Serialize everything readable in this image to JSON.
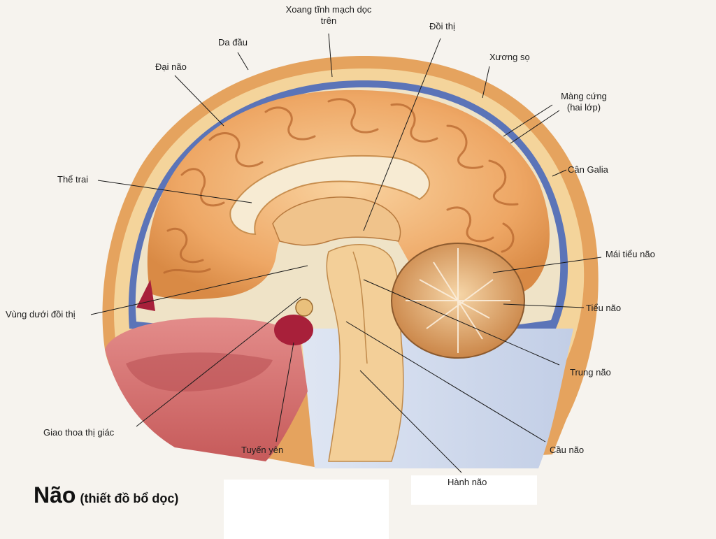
{
  "labels": {
    "sinus": "Xoang tĩnh mạch dọc trên",
    "doi_thi": "Đồi thị",
    "da_dau": "Da đầu",
    "xuong_so": "Xương sọ",
    "dai_nao": "Đại não",
    "mang_cung": "Màng cứng (hai lớp)",
    "can_galia": "Cân Galia",
    "the_trai": "Thể trai",
    "mai_tieu_nao": "Mái tiểu não",
    "vung_duoi_doi_thi": "Vùng dưới đồi thị",
    "tieu_nao": "Tiểu não",
    "trung_nao": "Trung não",
    "giao_thoa": "Giao thoa thị giác",
    "tuyen_yen": "Tuyến yên",
    "cau_nao": "Cầu não",
    "hanh_nao": "Hành não"
  },
  "title": {
    "main": "Não",
    "sub": "(thiết đồ bổ dọc)"
  },
  "colors": {
    "background": "#f6f3ee",
    "cerebrum": "#eda96a",
    "scalp": "#e7a45e",
    "dura": "#5b74b8",
    "cerebellum": "#d99a5c",
    "nasal": "#d9686b",
    "pituitary": "#a8203a",
    "leader_line": "#1a1a1a"
  }
}
